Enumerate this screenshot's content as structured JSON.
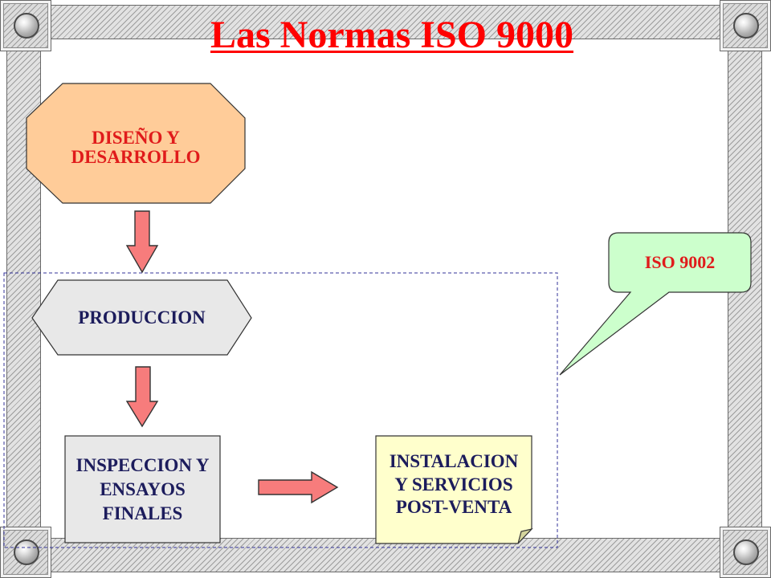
{
  "slide": {
    "title": "Las Normas ISO 9000"
  },
  "frame": {
    "corner_icon": "bolt-icon"
  },
  "flow": {
    "design": {
      "lines": [
        "DISEÑO Y",
        "DESARROLLO"
      ]
    },
    "production": {
      "label": "PRODUCCION"
    },
    "inspection": {
      "lines": [
        "INSPECCION Y",
        "ENSAYOS",
        "FINALES"
      ]
    },
    "installation": {
      "lines": [
        "INSTALACION",
        "Y SERVICIOS",
        "POST-VENTA"
      ]
    }
  },
  "callout": {
    "label": "ISO 9002"
  },
  "colors": {
    "title": "#ff0000",
    "design_fill": "#ffcc99",
    "gray_fill": "#e8e8e8",
    "note_fill": "#ffffcc",
    "note_fold": "#d4d49c",
    "callout_fill": "#ccffcc",
    "arrow_fill": "#f77c7c",
    "red_text": "#e01b1b",
    "navy_text": "#1c1c5c",
    "dashed_border": "#333399",
    "outline": "#333333"
  }
}
